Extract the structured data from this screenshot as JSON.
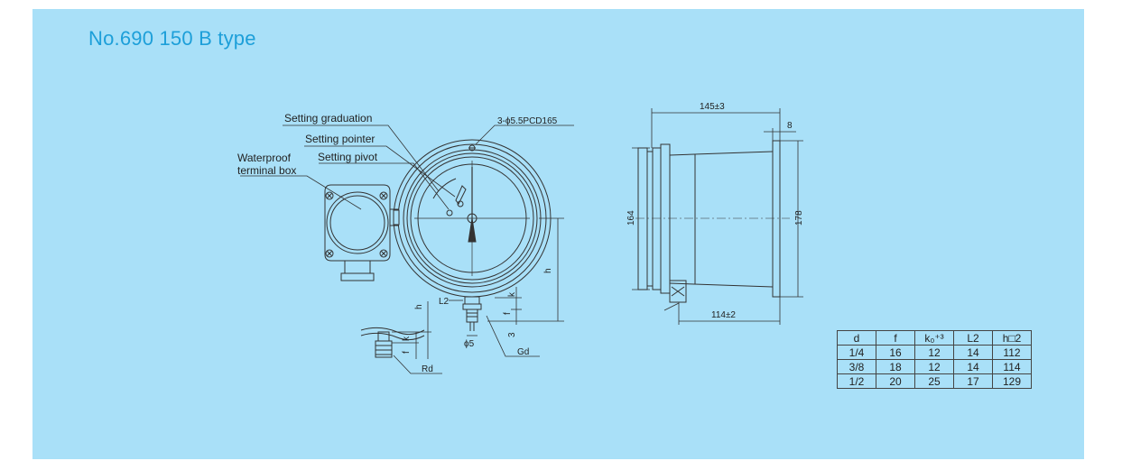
{
  "title": "No.690 150 B type",
  "labels": {
    "setting_graduation": "Setting graduation",
    "setting_pointer": "Setting pointer",
    "setting_pivot": "Setting pivot",
    "waterproof_1": "Waterproof",
    "waterproof_2": "terminal box",
    "mount_holes": "3-ϕ5.5PCD165",
    "dim_h": "h",
    "dim_h2": "h",
    "dim_L2": "L2",
    "dim_k": "k",
    "dim_f": "f",
    "dim_3": "3",
    "dim_phi5": "ϕ5",
    "dim_Gd": "Gd",
    "dim_k_b": "k",
    "dim_f_b": "f",
    "dim_Rd": "Rd",
    "dim_145": "145±3",
    "dim_8": "8",
    "dim_164": "164",
    "dim_178": "178",
    "dim_114": "114±2"
  },
  "table": {
    "headers": [
      "d",
      "f",
      "k₀⁺³",
      "L2",
      "h□2"
    ],
    "rows": [
      [
        "1/4",
        "16",
        "12",
        "14",
        "112"
      ],
      [
        "3/8",
        "18",
        "12",
        "14",
        "114"
      ],
      [
        "1/2",
        "20",
        "25",
        "17",
        "129"
      ]
    ]
  }
}
